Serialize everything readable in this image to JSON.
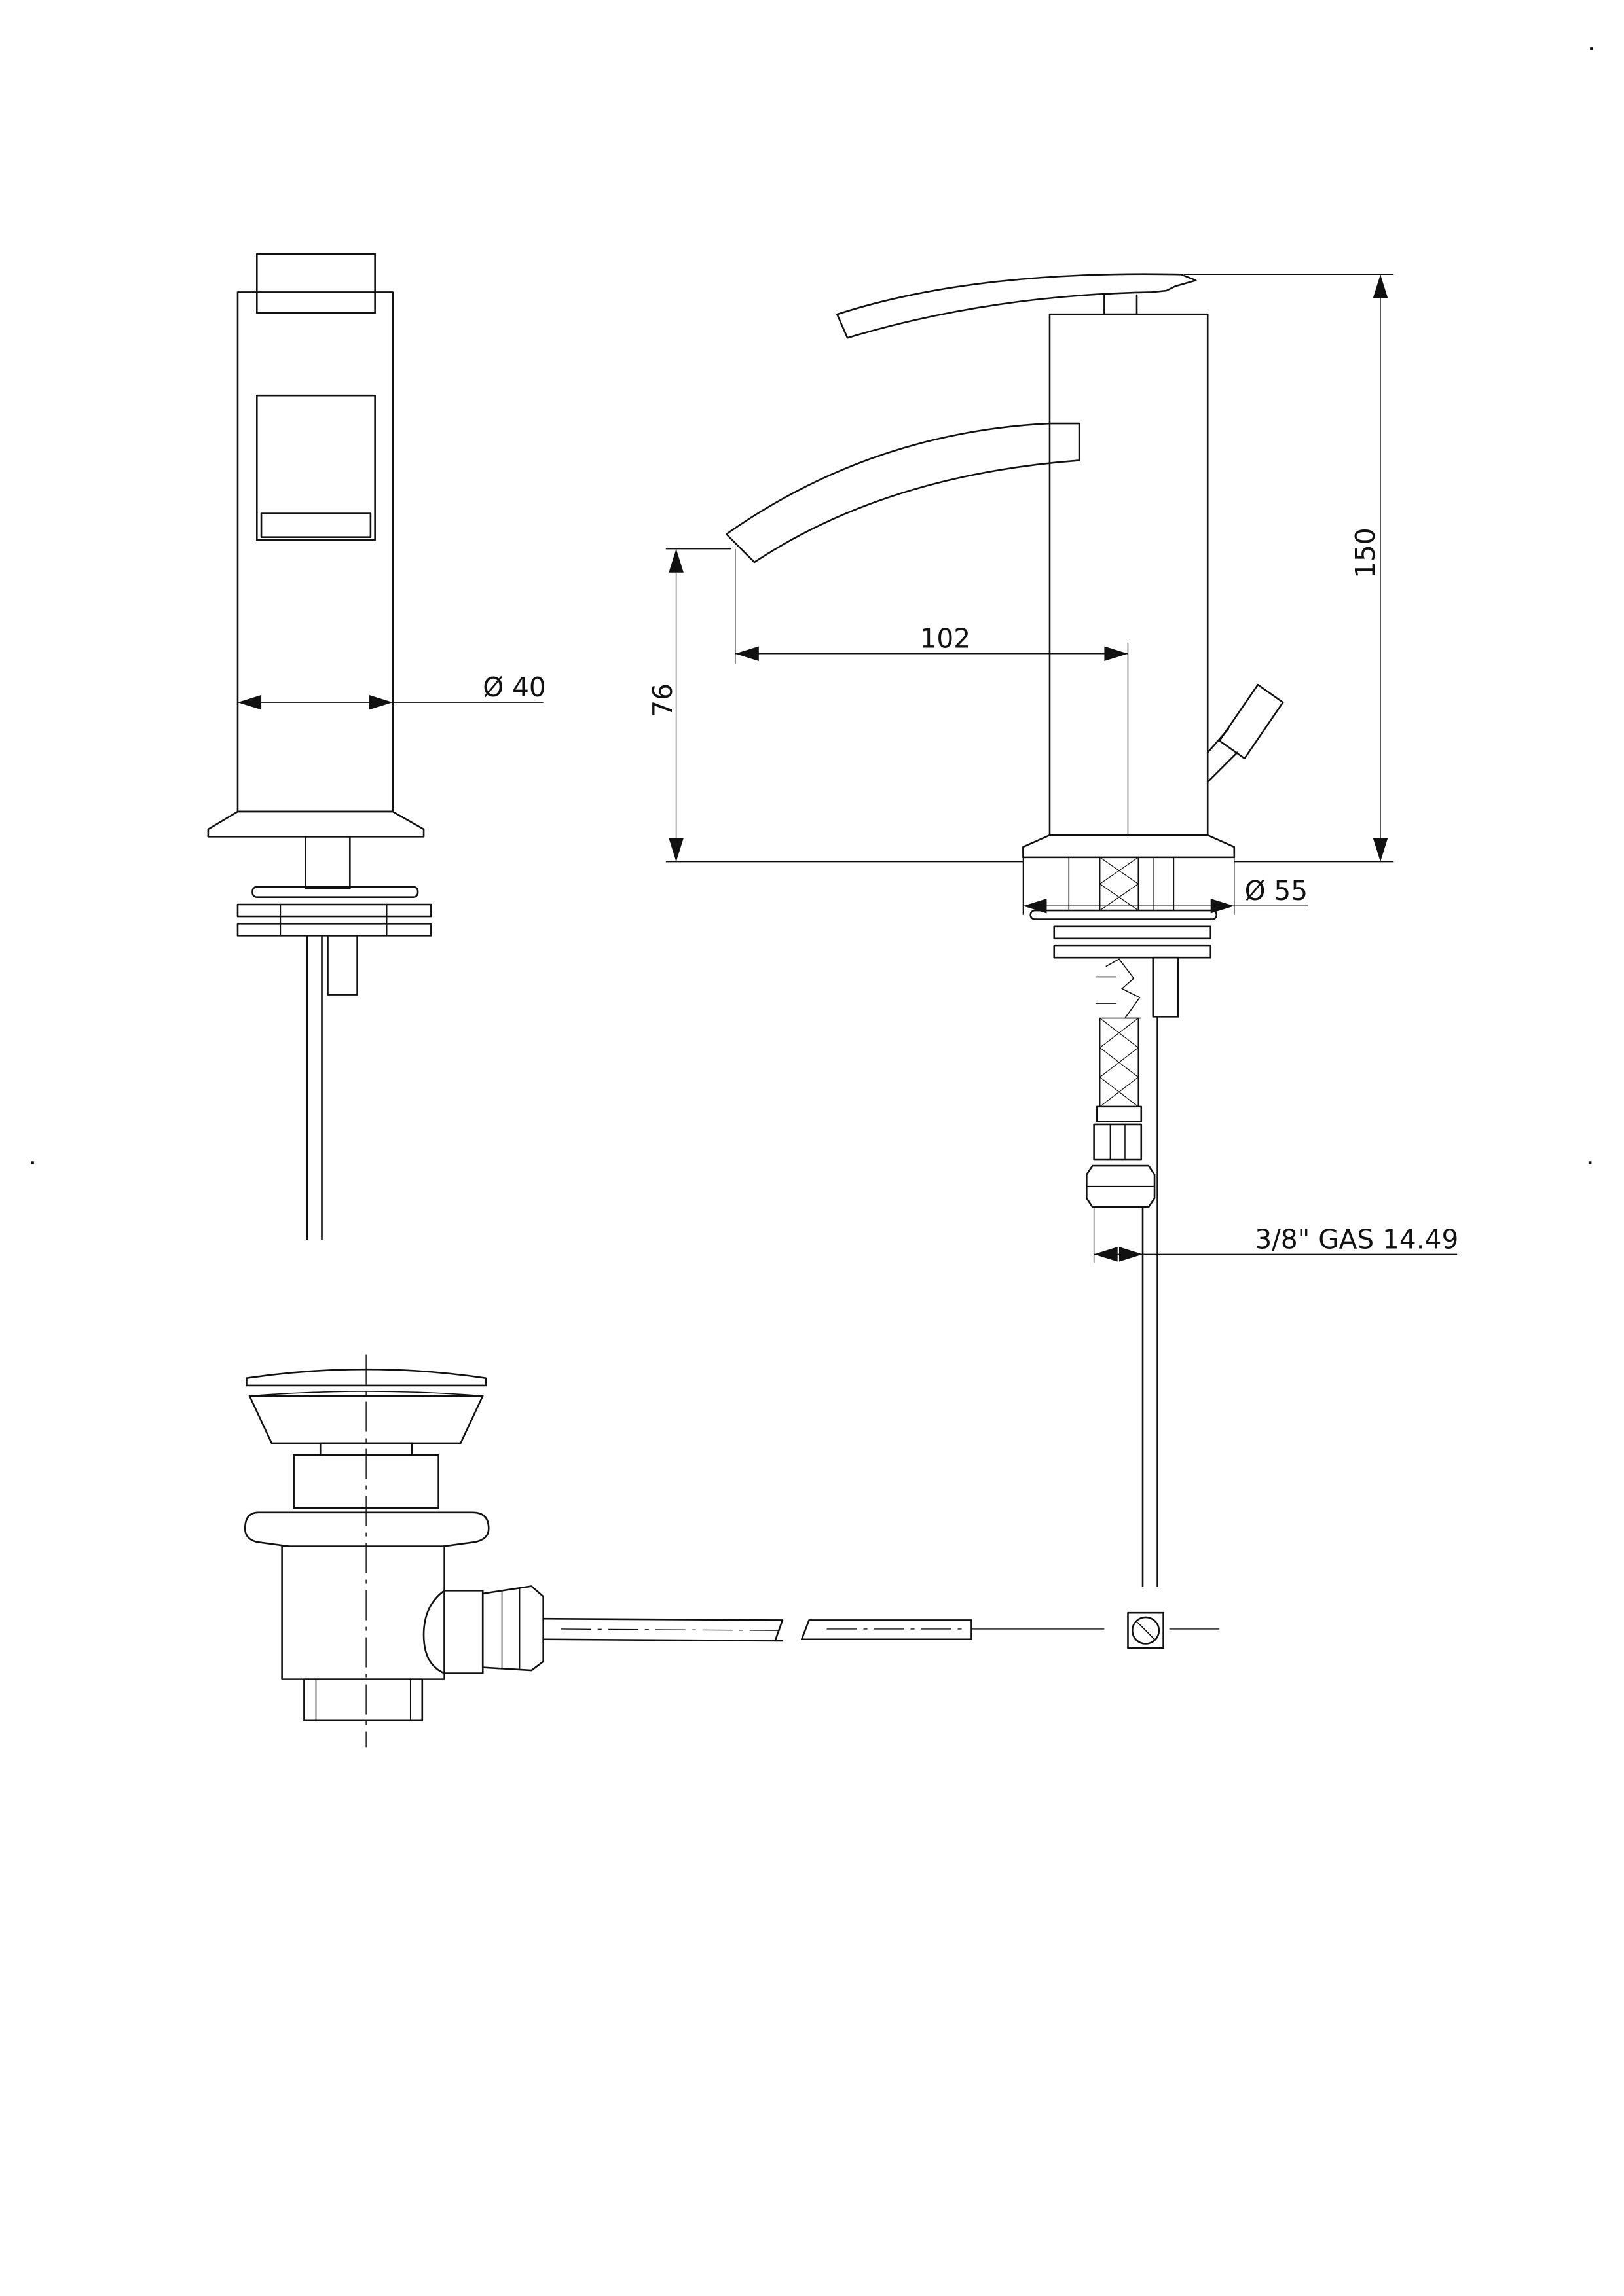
{
  "dimensions": {
    "diameter_body": "Ø 40",
    "spout_reach": "102",
    "spout_height": "76",
    "total_height": "150",
    "diameter_base": "Ø 55",
    "connection": "3/8\"  GAS 14.49"
  }
}
